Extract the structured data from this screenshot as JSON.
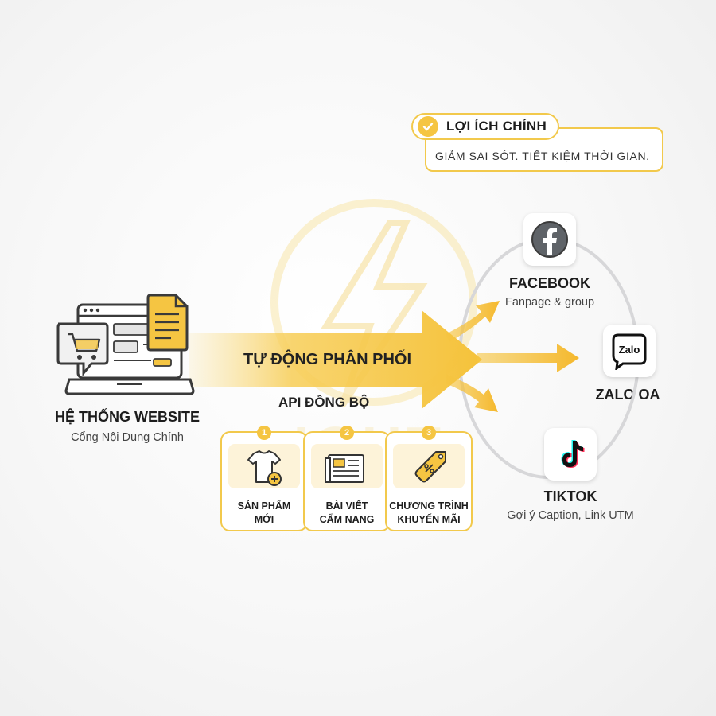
{
  "benefit": {
    "title": "LỢI ÍCH CHÍNH",
    "text": "GIẢM SAI SÓT. TIẾT KIỆM THỜI GIAN."
  },
  "source": {
    "title": "HỆ THỐNG WEBSITE",
    "subtitle": "Cổng Nội Dung Chính"
  },
  "flow": {
    "main_label": "TỰ ĐỘNG PHÂN PHỐI",
    "api_label": "API ĐỒNG BỘ"
  },
  "cards": [
    {
      "number": "1",
      "line1": "SẢN PHẨM",
      "line2": "MỚI",
      "icon": "tshirt-plus-icon"
    },
    {
      "number": "2",
      "line1": "BÀI VIẾT",
      "line2": "CẨM NANG",
      "icon": "newspaper-icon"
    },
    {
      "number": "3",
      "line1": "CHƯƠNG TRÌNH",
      "line2": "KHUYẾN MÃI",
      "icon": "price-tag-icon"
    }
  ],
  "channels": {
    "facebook": {
      "title": "FACEBOOK",
      "subtitle": "Fanpage & group"
    },
    "zalo": {
      "title": "ZALO OA",
      "icon_text": "Zalo"
    },
    "tiktok": {
      "title": "TIKTOK",
      "subtitle": "Gợi ý Caption, Link UTM"
    }
  },
  "colors": {
    "accent": "#f5c542",
    "accent_border": "#f2c94c",
    "text": "#1d1d1d"
  }
}
